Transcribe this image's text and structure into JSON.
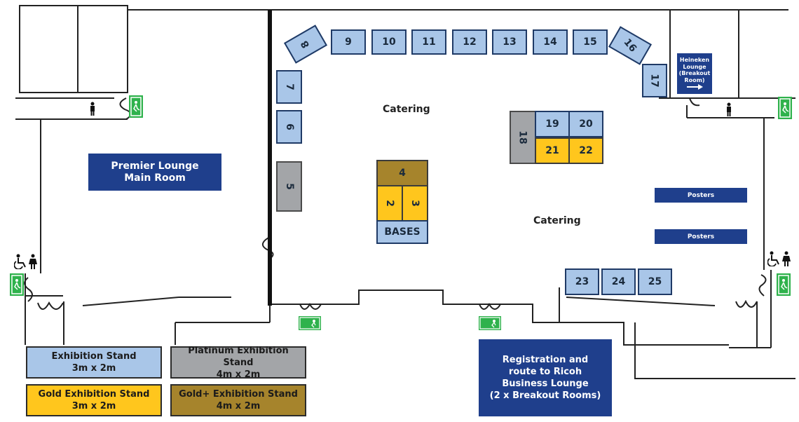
{
  "stands": {
    "s2": "2",
    "s3": "3",
    "s4": "4",
    "s5": "5",
    "s6": "6",
    "s7": "7",
    "s8": "8",
    "s9": "9",
    "s10": "10",
    "s11": "11",
    "s12": "12",
    "s13": "13",
    "s14": "14",
    "s15": "15",
    "s16": "16",
    "s17": "17",
    "s18": "18",
    "s19": "19",
    "s20": "20",
    "s21": "21",
    "s22": "22",
    "s23": "23",
    "s24": "24",
    "s25": "25",
    "bases": "BASES"
  },
  "areas": {
    "catering_top": "Catering",
    "catering_right": "Catering",
    "posters_1": "Posters",
    "posters_2": "Posters",
    "premier_line1": "Premier Lounge",
    "premier_line2": "Main Room",
    "heineken": [
      "Heineken",
      "Lounge",
      "(Breakout",
      "Room)"
    ],
    "registration": [
      "Registration and",
      "route to Ricoh",
      "Business Lounge",
      "(2 x Breakout Rooms)"
    ]
  },
  "legend": {
    "exhibition_title": "Exhibition Stand",
    "exhibition_size": "3m x 2m",
    "platinum_title": "Platinum Exhibition Stand",
    "platinum_size": "4m x 2m",
    "gold_title": "Gold Exhibition Stand",
    "gold_size": "3m x 2m",
    "goldplus_title": "Gold+ Exhibition Stand",
    "goldplus_size": "4m x 2m"
  },
  "colors": {
    "exhibition": "#a9c6e8",
    "platinum": "#a3a5a8",
    "gold": "#ffc61d",
    "gold_plus": "#a6842c",
    "navy": "#1f3f8c",
    "fire_exit": "#2fb24c"
  },
  "icons": [
    "fire-exit-icon",
    "toilet-icon",
    "accessible-toilet-icon",
    "arrow-right-icon"
  ]
}
